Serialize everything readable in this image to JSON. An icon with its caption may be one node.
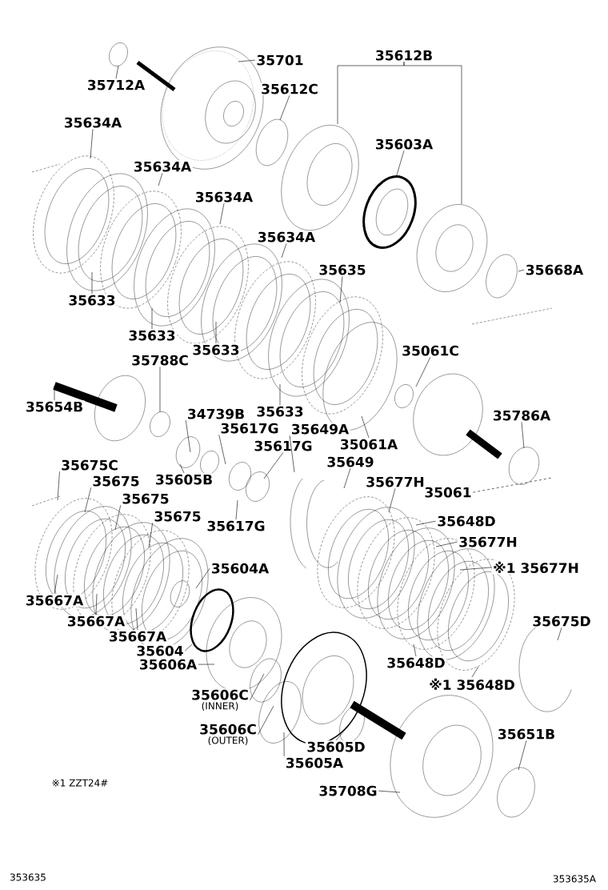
{
  "diagram": {
    "nodes": [
      {
        "text": [
          "35701"
        ]
      },
      {
        "text": [
          "35712A"
        ]
      },
      {
        "text": [
          "35612C"
        ]
      },
      {
        "text": [
          "35612B"
        ]
      },
      {
        "text": [
          "35634A"
        ]
      },
      {
        "text": [
          "35634A"
        ]
      },
      {
        "text": [
          "35634A"
        ]
      },
      {
        "text": [
          "35634A"
        ]
      },
      {
        "text": [
          "35603A"
        ]
      },
      {
        "text": [
          "35668A"
        ]
      },
      {
        "text": [
          "35635"
        ]
      },
      {
        "text": [
          "35633"
        ]
      },
      {
        "text": [
          "35633"
        ]
      },
      {
        "text": [
          "35633"
        ]
      },
      {
        "text": [
          "35061C"
        ]
      },
      {
        "text": [
          "35788C"
        ]
      },
      {
        "text": [
          "35654B"
        ]
      },
      {
        "text": [
          "35633"
        ]
      },
      {
        "text": [
          "34739B"
        ]
      },
      {
        "text": [
          "35617G"
        ]
      },
      {
        "text": [
          "35617G"
        ]
      },
      {
        "text": [
          "35649A"
        ]
      },
      {
        "text": [
          "35061A"
        ]
      },
      {
        "text": [
          "35786A"
        ]
      },
      {
        "text": [
          "35605B"
        ]
      },
      {
        "text": [
          "35649"
        ]
      },
      {
        "text": [
          "35677H"
        ]
      },
      {
        "text": [
          "35675C"
        ]
      },
      {
        "text": [
          "35675"
        ]
      },
      {
        "text": [
          "35675"
        ]
      },
      {
        "text": [
          "35675"
        ]
      },
      {
        "text": [
          "35617G"
        ]
      },
      {
        "text": [
          "35648D"
        ]
      },
      {
        "text": [
          "35677H"
        ]
      },
      {
        "text": [
          "※1 35677H"
        ]
      },
      {
        "text": [
          "35604A"
        ]
      },
      {
        "text": [
          "35675D"
        ]
      },
      {
        "text": [
          "35667A"
        ]
      },
      {
        "text": [
          "35667A"
        ]
      },
      {
        "text": [
          "35667A"
        ]
      },
      {
        "text": [
          "35604"
        ]
      },
      {
        "text": [
          "35606A"
        ]
      },
      {
        "text": [
          "35648D"
        ]
      },
      {
        "text": [
          "※1 35648D"
        ]
      },
      {
        "text": [
          "35606C",
          "(INNER)"
        ]
      },
      {
        "text": [
          "35606C",
          "(OUTER)"
        ]
      },
      {
        "text": [
          "35605D"
        ]
      },
      {
        "text": [
          "35605A"
        ]
      },
      {
        "text": [
          "35651B"
        ]
      },
      {
        "text": [
          "35708G"
        ]
      },
      {
        "text": [
          "35061"
        ]
      }
    ],
    "edges": [
      {
        "from": 0,
        "to": null,
        "arrow": "none"
      },
      {
        "from": 1,
        "to": null,
        "arrow": "none"
      },
      {
        "from": 2,
        "to": null,
        "arrow": "none"
      },
      {
        "from": 3,
        "to": null,
        "arrow": "none"
      },
      {
        "from": 3,
        "to": null,
        "arrow": "none"
      },
      {
        "from": 4,
        "to": null,
        "arrow": "none"
      },
      {
        "from": 5,
        "to": null,
        "arrow": "none"
      },
      {
        "from": 6,
        "to": null,
        "arrow": "none"
      },
      {
        "from": 7,
        "to": null,
        "arrow": "none"
      },
      {
        "from": 8,
        "to": null,
        "arrow": "none"
      },
      {
        "from": 9,
        "to": null,
        "arrow": "none"
      },
      {
        "from": 10,
        "to": null,
        "arrow": "none"
      },
      {
        "from": 11,
        "to": null,
        "arrow": "none"
      },
      {
        "from": 12,
        "to": null,
        "arrow": "none"
      },
      {
        "from": 13,
        "to": null,
        "arrow": "none"
      },
      {
        "from": 14,
        "to": null,
        "arrow": "none"
      },
      {
        "from": 15,
        "to": null,
        "arrow": "none"
      },
      {
        "from": 16,
        "to": null,
        "arrow": "none"
      },
      {
        "from": 17,
        "to": null,
        "arrow": "none"
      },
      {
        "from": 18,
        "to": null,
        "arrow": "none"
      },
      {
        "from": 19,
        "to": null,
        "arrow": "none"
      },
      {
        "from": 20,
        "to": null,
        "arrow": "none"
      },
      {
        "from": 21,
        "to": null,
        "arrow": "none"
      },
      {
        "from": 22,
        "to": null,
        "arrow": "none"
      },
      {
        "from": 23,
        "to": null,
        "arrow": "none"
      },
      {
        "from": 24,
        "to": null,
        "arrow": "none"
      },
      {
        "from": 25,
        "to": null,
        "arrow": "none"
      },
      {
        "from": 26,
        "to": null,
        "arrow": "none"
      },
      {
        "from": 27,
        "to": null,
        "arrow": "none"
      },
      {
        "from": 28,
        "to": null,
        "arrow": "none"
      },
      {
        "from": 29,
        "to": null,
        "arrow": "none"
      },
      {
        "from": 30,
        "to": null,
        "arrow": "none"
      },
      {
        "from": 31,
        "to": null,
        "arrow": "none"
      },
      {
        "from": 32,
        "to": null,
        "arrow": "none"
      },
      {
        "from": 33,
        "to": null,
        "arrow": "none"
      },
      {
        "from": 34,
        "to": null,
        "arrow": "none"
      },
      {
        "from": 35,
        "to": null,
        "arrow": "none"
      },
      {
        "from": 36,
        "to": null,
        "arrow": "none"
      },
      {
        "from": 37,
        "to": null,
        "arrow": "none"
      },
      {
        "from": 38,
        "to": null,
        "arrow": "none"
      },
      {
        "from": 39,
        "to": null,
        "arrow": "none"
      },
      {
        "from": 40,
        "to": null,
        "arrow": "none"
      },
      {
        "from": 41,
        "to": null,
        "arrow": "none"
      },
      {
        "from": 42,
        "to": null,
        "arrow": "none"
      },
      {
        "from": 43,
        "to": null,
        "arrow": "none"
      },
      {
        "from": 44,
        "to": null,
        "arrow": "none"
      },
      {
        "from": 45,
        "to": null,
        "arrow": "none"
      },
      {
        "from": 46,
        "to": null,
        "arrow": "none"
      },
      {
        "from": 47,
        "to": null,
        "arrow": "none"
      },
      {
        "from": 48,
        "to": null,
        "arrow": "none"
      },
      {
        "from": 49,
        "to": null,
        "arrow": "none"
      },
      {
        "from": 50,
        "to": null,
        "arrow": "none",
        "style": "dashed"
      }
    ],
    "labels": [
      "※1 ZZT24#",
      "353635",
      "353635A"
    ]
  }
}
